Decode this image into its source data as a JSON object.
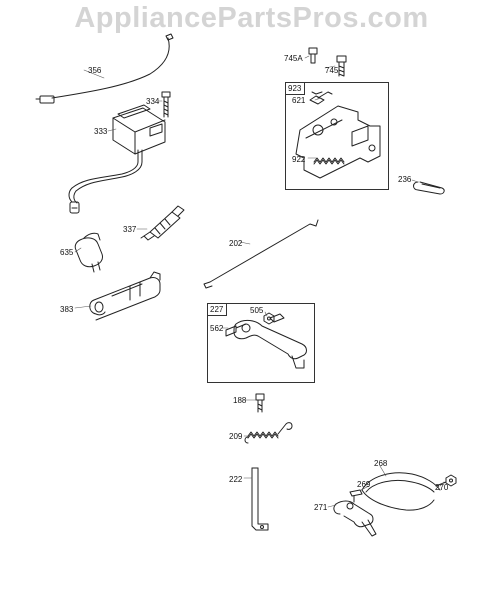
{
  "watermark": "AppliancePartsPros.com",
  "labels": {
    "p356": "356",
    "p334": "334",
    "p333": "333",
    "p337": "337",
    "p635": "635",
    "p383": "383",
    "p745A": "745A",
    "p745": "745",
    "p923": "923",
    "p621": "621",
    "p922": "922",
    "p236": "236",
    "p202": "202",
    "p227": "227",
    "p505": "505",
    "p562": "562",
    "p188": "188",
    "p209": "209",
    "p222": "222",
    "p268": "268",
    "p269": "269",
    "p270": "270",
    "p271": "271"
  }
}
